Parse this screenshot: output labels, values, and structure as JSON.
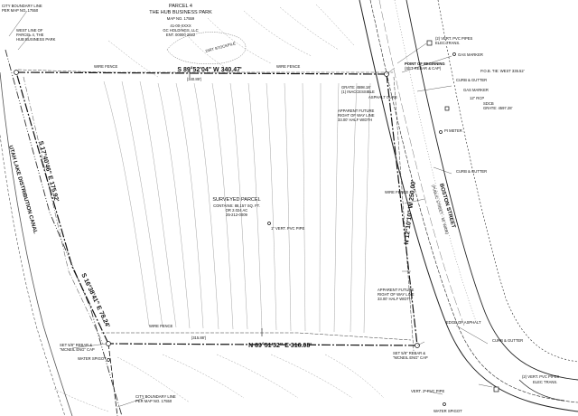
{
  "parcel": {
    "title": "PARCEL 4",
    "name": "THE HUB BUSINESS PARK",
    "map_no": "MAP NO. 17559",
    "owner_1": "41-00-XXXX",
    "owner_2": "GC HOLDINGS, LLC",
    "owner_3": "ENT. 00000 2022"
  },
  "surveyed_parcel": {
    "title": "SURVEYED PARCEL",
    "area_sqft": "CONTAINS: 88,157 SQ. FT.",
    "area_acres": "OR 2.024 AC",
    "ref": "25-212-0009",
    "pvc_pipe": "1\" VERT. PVC PIPE"
  },
  "bearings": {
    "north": "S 89°52'04\" W  340.47'",
    "east": "N 12°10'10\" W  250.00'",
    "south": "N 89°51'52\" E  316.08'",
    "west_upper": "S 17°40'46\" E  175.92'",
    "west_lower": "S 16°38'41\" E  78.24'"
  },
  "street": {
    "name": "BOSTON STREET",
    "width": "(PUBLIC STREET - 66' WIDE)"
  },
  "canal": {
    "name": "UTAH LAKE DISTRIBUTION CANAL"
  },
  "labels": {
    "city_boundary_top_1": "CITY BOUNDARY LINE",
    "city_boundary_top_2": "PER MAP NO. 17550",
    "west_line_1": "WEST LINE OF",
    "west_line_2": "PARCEL 4, THE",
    "west_line_3": "HUB BUSINESS PARK",
    "wire_fence": "WIRE FENCE",
    "dirt_stockpile": "DIRT STOCKPILE",
    "point_of_beginning": "POINT OF BEGINNING",
    "pob_sub": "(SET REBAR & CAP)",
    "pob_tie": "P.O.B. TIE: WEST 335.52'",
    "inaccessible": "GRATE: 4598.18'\n(1) INACCESSIBLE",
    "asphalt_curb": "ASPHALT CURB",
    "apparent_row_1": "APPARENT FUTURE",
    "apparent_row_2": "RIGHT OF WAY LINE",
    "apparent_row_3": "33.00' HALF WIDTH",
    "curb_gutter": "CURB & GUTTER",
    "gas_marker": "GAS MARKER",
    "sdcb": "SDCB",
    "sdcb_grate": "GRATE: 4597.28'",
    "sdcb_12": "12\" RCP",
    "pw_meter": "PI METER",
    "edge_asphalt": "EDGE OF ASPHALT",
    "water_spigot": "WATER SPIGOT",
    "set_rebar_1": "SET 5/8\" REBAR &",
    "set_rebar_2": "\"MCNEIL ENG\" CAP",
    "city_boundary_bot_1": "CITY BOUNDARY LINE",
    "city_boundary_bot_2": "PER MAP NO. 17550",
    "pvc_pipes_top": "(2) VERT. PVC PIPES",
    "elec_trans": "ELEC TRANS.",
    "pvc_pipes_bot": "(2) VERT. PVC PIPES",
    "elec_trans_bot": "ELEC TRANS.",
    "vert_pvc": "VERT. 2\" PVC PIPE",
    "dim_north_inner": "(340.89')",
    "dim_south_inner": "(315.88')",
    "meter_label": "METER"
  }
}
